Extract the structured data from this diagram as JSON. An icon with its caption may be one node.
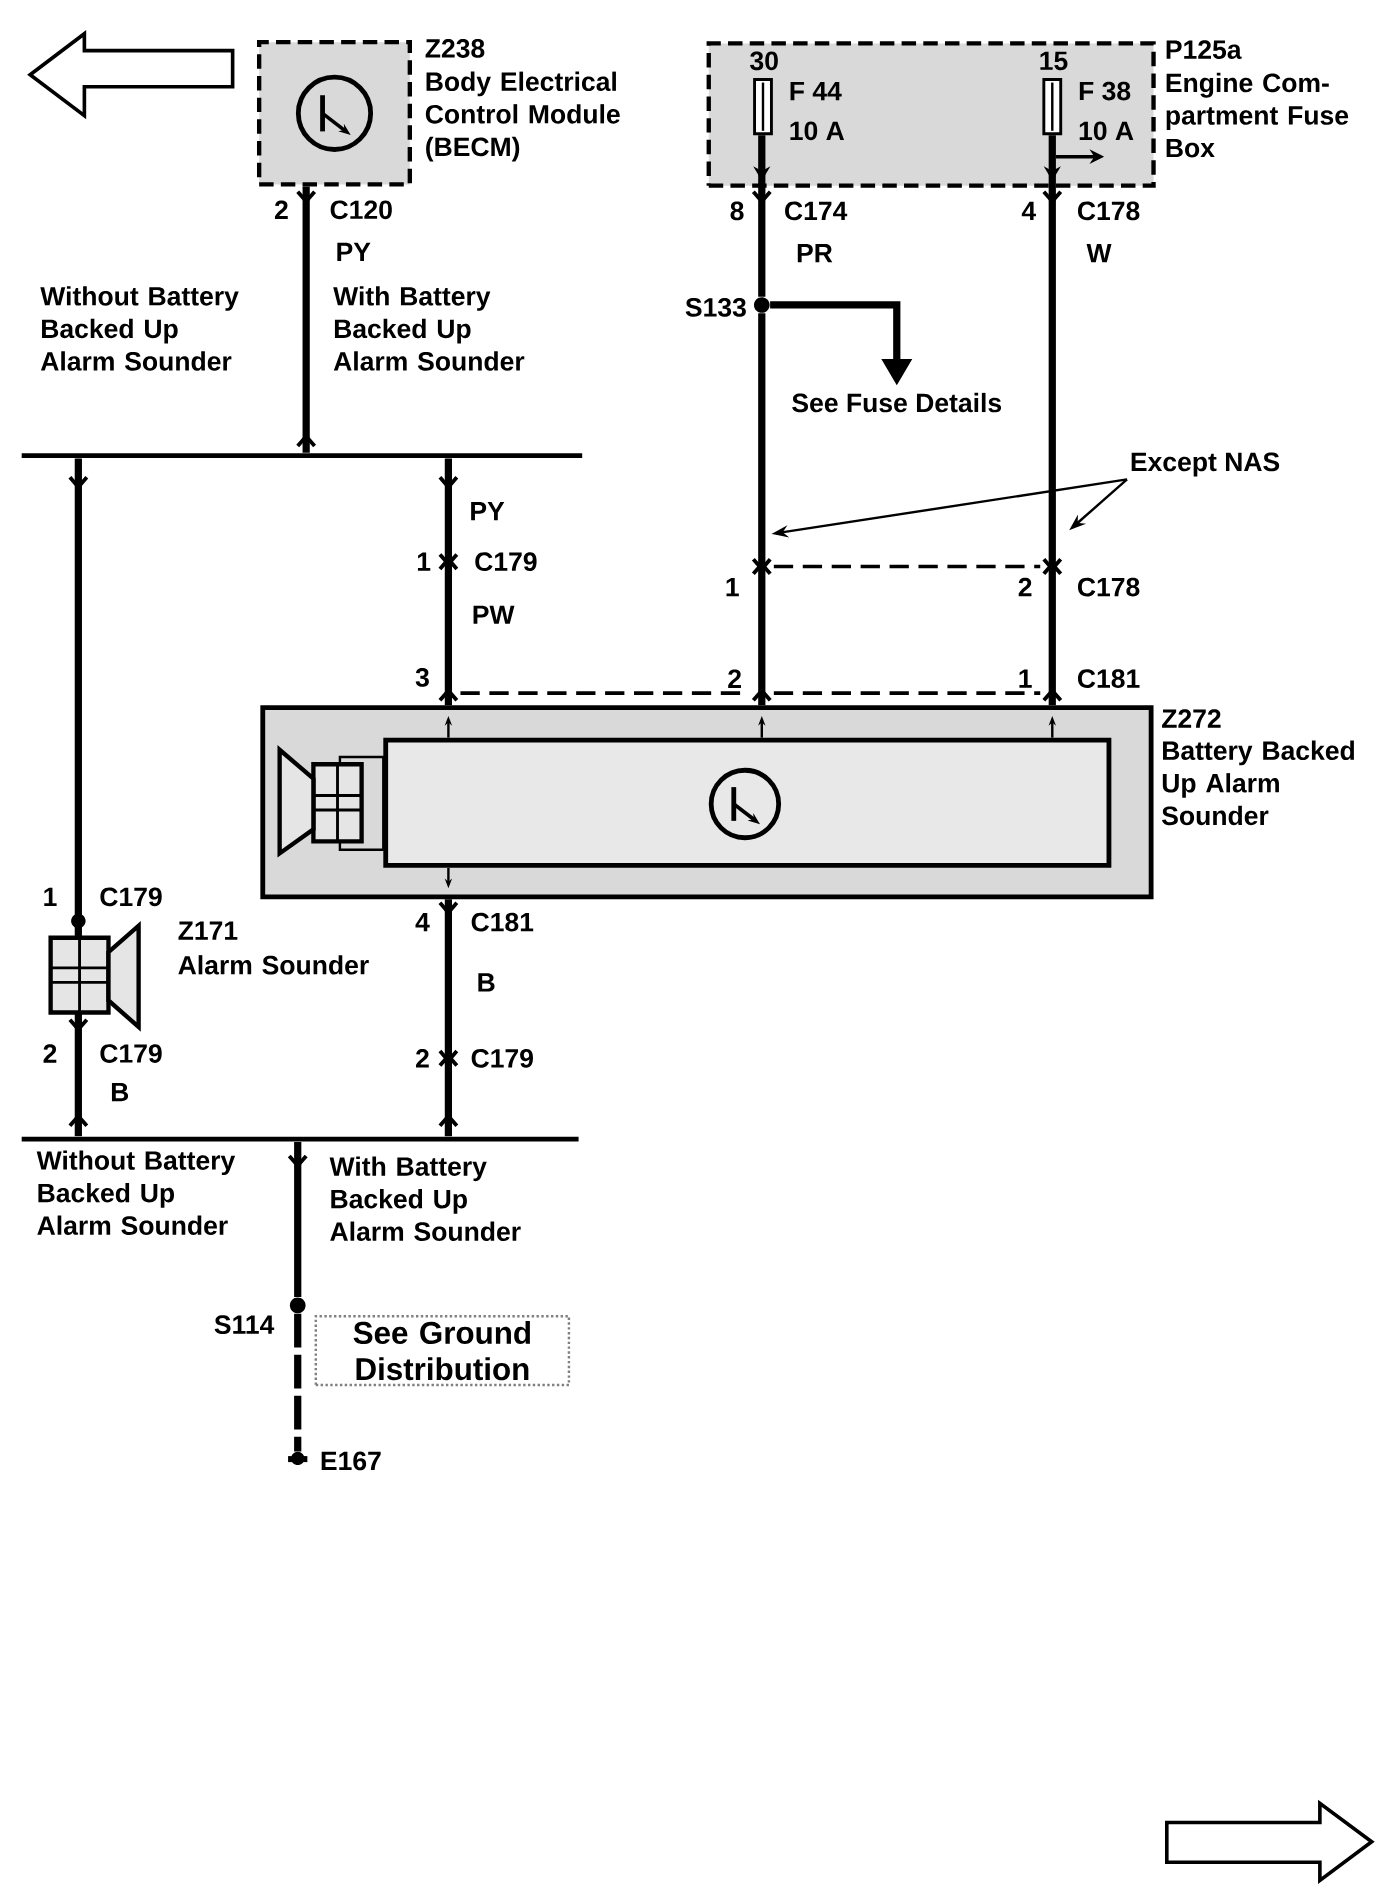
{
  "diagram": {
    "nodes": [
      {
        "text": [
          "Z238",
          "Body Electrical Control Module (BECM)"
        ]
      },
      {
        "text": [
          "P125a",
          "Engine Com-partment Fuse Box"
        ]
      },
      {
        "text": [
          "30",
          "F 44",
          "10 A"
        ],
        "in": 1
      },
      {
        "text": [
          "15",
          "F 38",
          "10 A"
        ],
        "in": 1
      },
      {
        "text": [
          "Z272",
          "Battery Backed Up Alarm Sounder"
        ]
      },
      {
        "text": [
          "Z171",
          "Alarm Sounder"
        ]
      },
      {
        "text": [
          "See Fuse Details"
        ]
      },
      {
        "text": [
          "See Ground Distribution"
        ]
      },
      {
        "text": [
          "S133"
        ]
      },
      {
        "text": [
          "S114"
        ]
      },
      {
        "text": [
          "E167"
        ]
      },
      {
        "text": [
          "Except NAS"
        ]
      },
      {
        "text": [],
        "shape": "bar"
      },
      {
        "text": [],
        "shape": "bar"
      }
    ],
    "edges": [
      {
        "from": 0,
        "to": 12,
        "arrow": "other",
        "label": "PY"
      },
      {
        "from": 12,
        "to": 5,
        "arrow": "other"
      },
      {
        "from": 12,
        "to": 4,
        "arrow": "other",
        "label": "PW"
      },
      {
        "from": 2,
        "to": 8,
        "arrow": "to",
        "label": "PR"
      },
      {
        "from": 8,
        "to": 4,
        "arrow": "other"
      },
      {
        "from": 8,
        "to": 6,
        "arrow": "to"
      },
      {
        "from": 3,
        "to": 4,
        "arrow": "to",
        "label": "W"
      },
      {
        "from": 4,
        "to": 13,
        "arrow": "other",
        "label": "B"
      },
      {
        "from": 5,
        "to": 13,
        "arrow": "other",
        "label": "B"
      },
      {
        "from": 13,
        "to": 9,
        "arrow": "none"
      },
      {
        "from": 9,
        "to": 10,
        "arrow": "none",
        "style": "dashed"
      },
      {
        "from": 11,
        "to": null,
        "arrow": "to"
      },
      {
        "from": 11,
        "to": null,
        "arrow": "to"
      }
    ],
    "labels": [
      "2",
      "C120",
      "8",
      "C174",
      "4",
      "C178",
      "Without Battery Backed Up Alarm Sounder",
      "With Battery Backed Up Alarm Sounder",
      "PY",
      "1",
      "C179",
      "1",
      "2",
      "C178",
      "3",
      "2",
      "1",
      "C181",
      "1",
      "C179",
      "4",
      "C181",
      "2",
      "C179",
      "2",
      "C179",
      "Without Battery Backed Up Alarm Sounder",
      "With Battery Backed Up Alarm Sounder"
    ]
  }
}
